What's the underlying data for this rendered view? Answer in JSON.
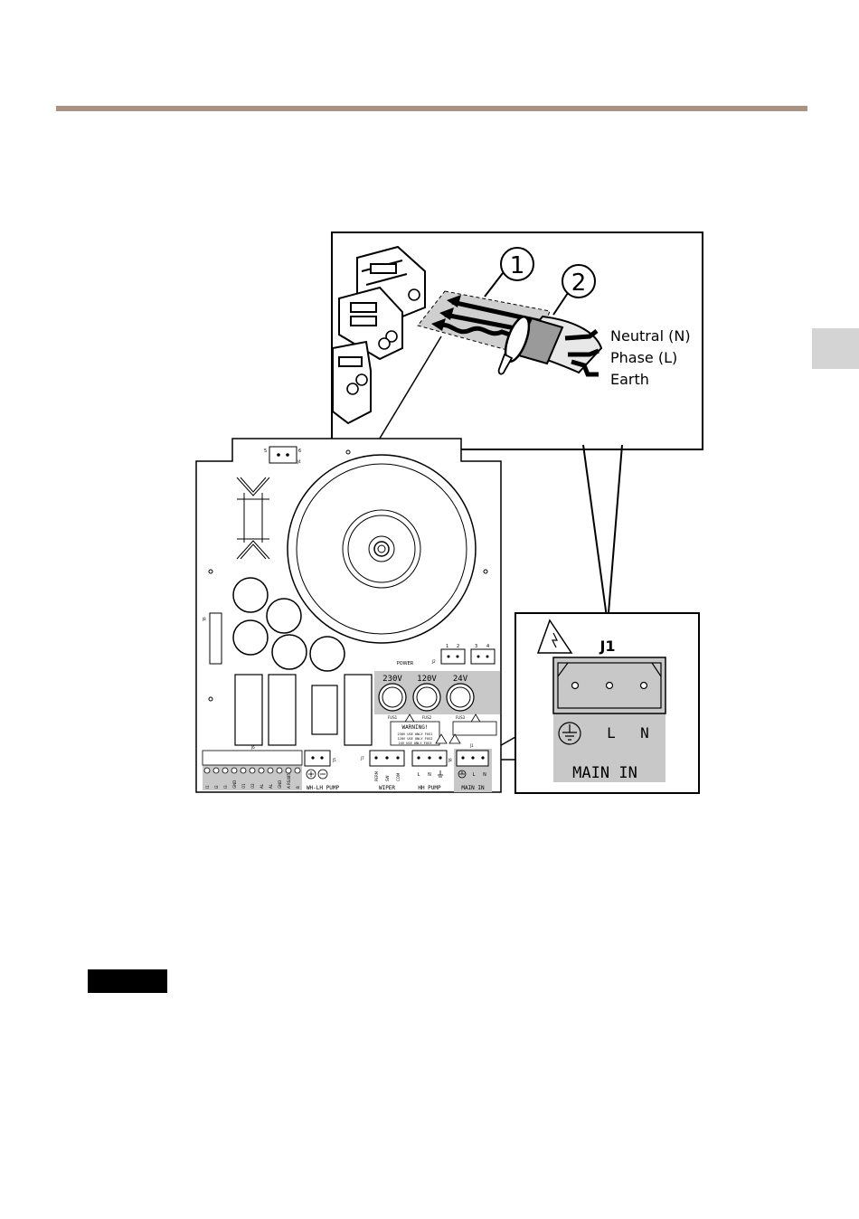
{
  "callouts": {
    "one": "1",
    "two": "2"
  },
  "wires": {
    "neutral": "Neutral (N)",
    "phase": "Phase (L)",
    "earth": "Earth"
  },
  "zoom": {
    "connector": "J1",
    "pin_l": "L",
    "pin_n": "N",
    "caption": "MAIN IN"
  },
  "board": {
    "power": "POWER",
    "j2": "J2",
    "j2_pins": [
      "1",
      "2"
    ],
    "j3": "J3",
    "j3_pins": [
      "3",
      "4"
    ],
    "j4": "J4",
    "j4_pins": [
      "5",
      "6"
    ],
    "j5": "J5",
    "j6": "J6",
    "j7": "J7",
    "j8": "J8",
    "j9": "J9",
    "j1": "J1",
    "fuses": [
      {
        "value": "230V",
        "label": "FUS1"
      },
      {
        "value": "120V",
        "label": "FUS2"
      },
      {
        "value": "24V",
        "label": "FUS3"
      }
    ],
    "warning_title": "WARNING!",
    "warning_lines": [
      "230V USE ONLY FUS1",
      "120V USE ONLY FUS2",
      "24V USE ONLY FUS3"
    ],
    "terminal_labels": [
      "I1",
      "I2",
      "I3",
      "GND",
      "O1",
      "O2",
      "AL",
      "AL",
      "GND",
      "A RS485",
      "B"
    ],
    "wh_lh_pump": "WH-LH PUMP",
    "wiper": "WIPER",
    "wiper_pins": [
      "PERM",
      "SW",
      "COM"
    ],
    "hh_pump": "HH PUMP",
    "hh_pins": [
      "L",
      "N"
    ],
    "main_in": "MAIN IN",
    "main_pins": [
      "L",
      "N"
    ]
  },
  "colors": {
    "rule": "#a89484",
    "tab": "#d4d4d4",
    "shade": "#c8c8c8"
  }
}
